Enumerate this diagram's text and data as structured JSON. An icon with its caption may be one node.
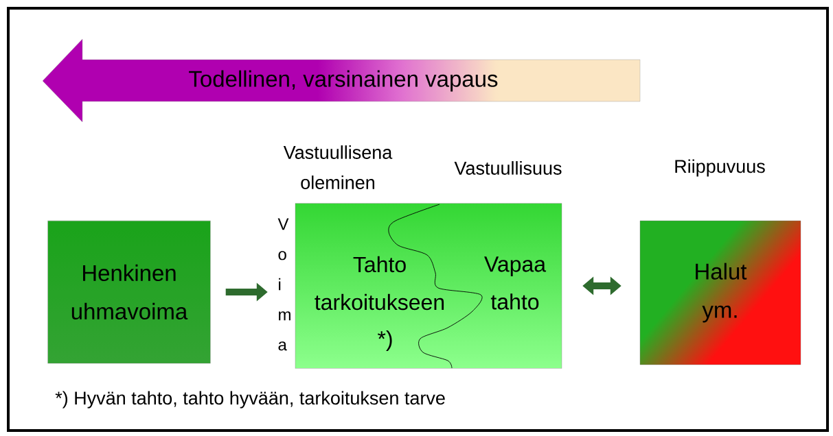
{
  "diagram": {
    "nodes": [
      {
        "text": [
          "Todellinen, varsinainen vapaus"
        ]
      },
      {
        "text": [
          "Henkinen uhmavoima"
        ]
      },
      {
        "text": [
          "Tahto tarkoitukseen",
          "*)",
          "Vapaa tahto"
        ],
        "beside": [
          "Vastuullisena oleminen",
          "Vastuullisuus",
          "V o i m a"
        ]
      },
      {
        "text": [
          "Halut ym."
        ],
        "beside": [
          "Riippuvuus"
        ]
      }
    ],
    "edges": [
      {
        "from": 1,
        "to": 2,
        "arrow": "to"
      },
      {
        "from": 2,
        "to": 3,
        "arrow": "both"
      }
    ],
    "labels": [
      "*) Hyvän tahto, tahto hyvään, tarkoituksen tarve"
    ]
  }
}
